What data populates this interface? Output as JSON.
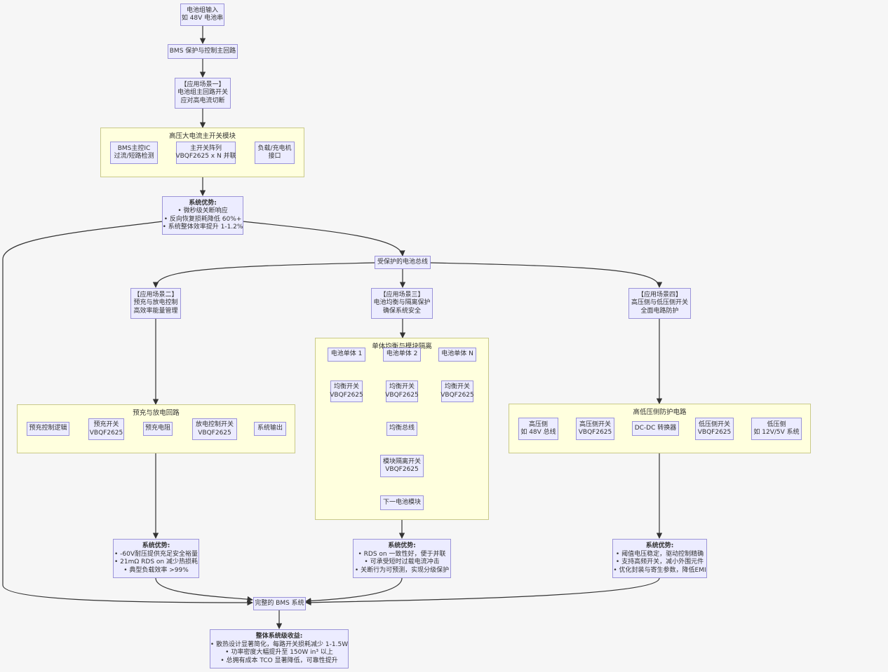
{
  "nodes": {
    "battery_input": [
      "电池组输入",
      "如 48V 电池串"
    ],
    "bms_protect": [
      "BMS 保护与控制主回路"
    ],
    "scene1": [
      "【应用场景一】",
      "电池组主回路开关",
      "应对高电流切断"
    ],
    "bms_ic": [
      "BMS主控IC",
      "过流/短路检测"
    ],
    "main_switch": [
      "主开关阵列",
      "VBQF2625 x N 并联"
    ],
    "load_port": [
      "负载/充电机",
      "接口"
    ],
    "adv1": {
      "title": "系统优势:",
      "lines": [
        "• 微秒级关断响应",
        "• 反向恢复损耗降低 60%+",
        "• 系统整体效率提升 1-1.2%"
      ]
    },
    "bus": [
      "受保护的电池总线"
    ],
    "scene2": [
      "【应用场景二】",
      "预充与放电控制",
      "高效率能量管理"
    ],
    "scene3": [
      "【应用场景三】",
      "电池均衡与隔离保护",
      "确保系统安全"
    ],
    "scene4": [
      "【应用场景四】",
      "高压侧与低压侧开关",
      "全面电路防护"
    ],
    "precharge_logic": [
      "预充控制逻辑"
    ],
    "precharge_switch": [
      "预充开关",
      "VBQF2625"
    ],
    "precharge_res": [
      "预充电阻"
    ],
    "discharge_switch": [
      "放电控制开关",
      "VBQF2625"
    ],
    "sys_output": [
      "系统输出"
    ],
    "cell1": [
      "电池单体 1"
    ],
    "cell2": [
      "电池单体 2"
    ],
    "cellN": [
      "电池单体 N"
    ],
    "bal1": [
      "均衡开关",
      "VBQF2625"
    ],
    "bal2": [
      "均衡开关",
      "VBQF2625"
    ],
    "balN": [
      "均衡开关",
      "VBQF2625"
    ],
    "bal_bus": [
      "均衡总线"
    ],
    "iso_switch": [
      "模块隔离开关",
      "VBQF2625"
    ],
    "next_module": [
      "下一电池模块"
    ],
    "hv_side": [
      "高压侧",
      "如 48V 总线"
    ],
    "hs_switch": [
      "高压侧开关",
      "VBQF2625"
    ],
    "dcdc": [
      "DC-DC 转换器"
    ],
    "ls_switch": [
      "低压侧开关",
      "VBQF2625"
    ],
    "lv_side": [
      "低压侧",
      "如 12V/5V 系统"
    ],
    "adv2": {
      "title": "系统优势:",
      "lines": [
        "• -60V耐压提供充足安全裕量",
        "• 21mΩ RDS on 减少热损耗",
        "• 典型负载效率 >99%"
      ]
    },
    "adv3": {
      "title": "系统优势:",
      "lines": [
        "• RDS on 一致性好，便于并联",
        "• 可承受短时过载电流冲击",
        "• 关断行为可预测，实现分级保护"
      ]
    },
    "adv4": {
      "title": "系统优势:",
      "lines": [
        "• 阈值电压稳定，驱动控制精确",
        "• 支持高频开关，减小外围元件",
        "• 优化封装与寄生参数，降低EMI"
      ]
    },
    "complete_bms": [
      "完整的 BMS 系统"
    ],
    "overall": {
      "title": "整体系统级收益:",
      "lines": [
        "• 散热设计显著简化，每路开关损耗减少 1-1.5W",
        "• 功率密度大幅提升至 150W in³ 以上",
        "• 总拥有成本 TCO 显著降低，可靠性提升"
      ]
    }
  },
  "clusters": {
    "hv_main": "高压大电流主开关模块",
    "precharge": "预充与放电回路",
    "balance": "单体均衡与模块隔离",
    "hvlv": "高低压侧防护电路"
  },
  "colors": {
    "node_fill": "#ececff",
    "node_border": "#9b94d8",
    "cluster_fill": "#ffffde",
    "cluster_border": "#c9c98a",
    "edge": "#333333",
    "background": "#f6f6f6"
  }
}
